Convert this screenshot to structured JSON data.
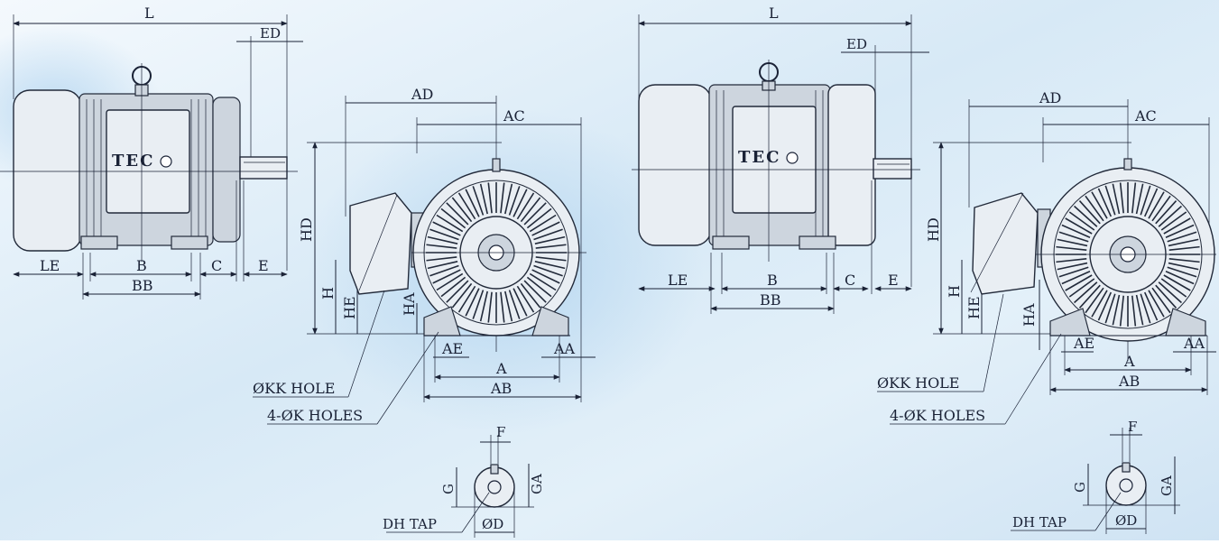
{
  "colors": {
    "background": "#dcecf8",
    "line": "#1a2236",
    "motor_fill": "#e9eef3"
  },
  "brand": {
    "logo_text": "TEC"
  },
  "left_drawing": {
    "side_view": {
      "L": "L",
      "ED": "ED",
      "LE": "LE",
      "B": "B",
      "C": "C",
      "E": "E",
      "BB": "BB"
    },
    "front_view": {
      "AD": "AD",
      "AC": "AC",
      "HD": "HD",
      "H": "H",
      "HE": "HE",
      "HA": "HA",
      "AE": "AE",
      "AA": "AA",
      "A": "A",
      "AB": "AB",
      "kk_hole": "ØKK HOLE",
      "k_holes": "4-ØK HOLES"
    },
    "shaft_view": {
      "F": "F",
      "G": "G",
      "GA": "GA",
      "DH": "DH TAP",
      "D": "ØD"
    }
  },
  "right_drawing": {
    "side_view": {
      "L": "L",
      "ED": "ED",
      "LE": "LE",
      "B": "B",
      "C": "C",
      "E": "E",
      "BB": "BB"
    },
    "front_view": {
      "AD": "AD",
      "AC": "AC",
      "HD": "HD",
      "H": "H",
      "HE": "HE",
      "HA": "HA",
      "AE": "AE",
      "AA": "AA",
      "A": "A",
      "AB": "AB",
      "kk_hole": "ØKK HOLE",
      "k_holes": "4-ØK HOLES"
    },
    "shaft_view": {
      "F": "F",
      "G": "G",
      "GA": "GA",
      "DH": "DH TAP",
      "D": "ØD"
    }
  }
}
